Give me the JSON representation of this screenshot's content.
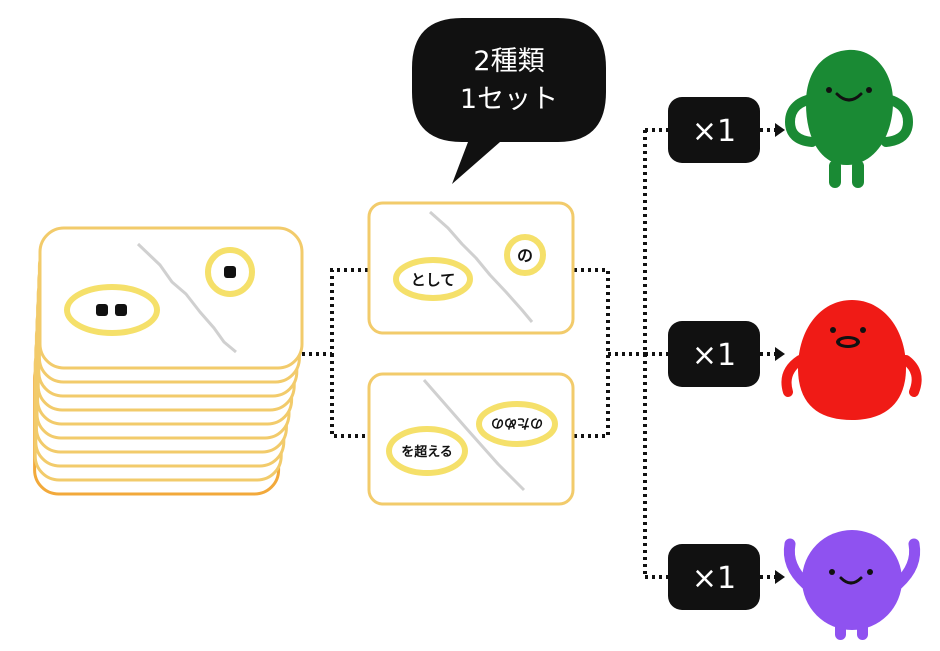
{
  "speech_bubble": {
    "line1": "2種類",
    "line2": "1セット"
  },
  "cards": {
    "top": {
      "left_word": "として",
      "right_word": "の"
    },
    "bottom": {
      "left_word": "を超える",
      "right_word": "のための"
    }
  },
  "multipliers": [
    {
      "label": "×1",
      "target": "green-character"
    },
    {
      "label": "×1",
      "target": "red-character"
    },
    {
      "label": "×1",
      "target": "purple-character"
    }
  ],
  "colors": {
    "card_border": "#F2CB6B",
    "card_shadow": "#F2A93B",
    "highlight_ring": "#F5E06A",
    "green": "#1A8A34",
    "red": "#F01B16",
    "purple": "#8F52F0",
    "dark": "#111111"
  }
}
